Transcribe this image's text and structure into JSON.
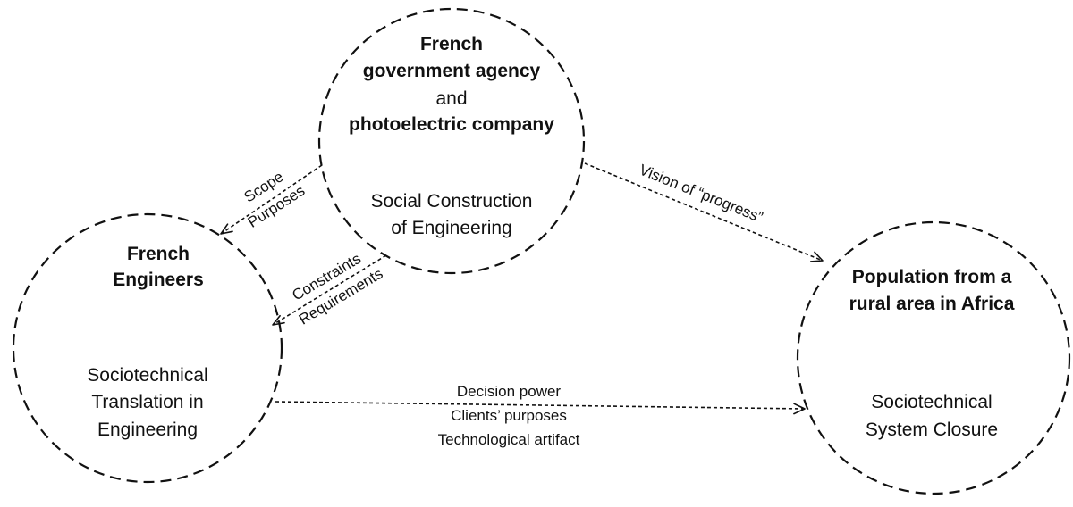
{
  "nodes": {
    "agency": {
      "title_lines": [
        "French",
        "government agency"
      ],
      "connector": "and",
      "title_line_3": "photoelectric company",
      "subtitle_lines": [
        "Social Construction",
        "of Engineering"
      ]
    },
    "engineers": {
      "title_lines": [
        "French",
        "Engineers"
      ],
      "subtitle_lines": [
        "Sociotechnical",
        "Translation in",
        "Engineering"
      ]
    },
    "population": {
      "title_lines": [
        "Population from a",
        "rural area in Africa"
      ],
      "subtitle_lines": [
        "Sociotechnical",
        "System Closure"
      ]
    }
  },
  "edges": {
    "agency_to_engineers_upper": {
      "labels": [
        "Scope",
        "Purposes"
      ]
    },
    "agency_to_engineers_lower": {
      "labels": [
        "Constraints",
        "Requirements"
      ]
    },
    "agency_to_population": {
      "label": "Vision of “progress”"
    },
    "engineers_to_population": {
      "labels": [
        "Decision power",
        "Clients’ purposes",
        "Technological artifact"
      ]
    }
  }
}
